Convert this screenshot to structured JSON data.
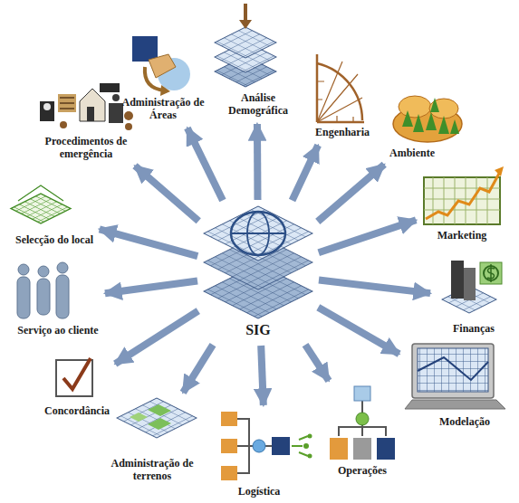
{
  "diagram": {
    "nodes": [
      {
        "text": [
          "SIG"
        ]
      },
      {
        "text": [
          "Análise Demográfica"
        ]
      },
      {
        "text": [
          "Engenharia"
        ]
      },
      {
        "text": [
          "Ambiente"
        ]
      },
      {
        "text": [
          "Marketing"
        ]
      },
      {
        "text": [
          "Finanças"
        ]
      },
      {
        "text": [
          "Modelação"
        ]
      },
      {
        "text": [
          "Operações"
        ]
      },
      {
        "text": [
          "Logística"
        ]
      },
      {
        "text": [
          "Administração de terrenos"
        ]
      },
      {
        "text": [
          "Concordância"
        ]
      },
      {
        "text": [
          "Serviço ao cliente"
        ]
      },
      {
        "text": [
          "Selecção do local"
        ]
      },
      {
        "text": [
          "Procedimentos de emergência"
        ]
      },
      {
        "text": [
          "Administração de Áreas"
        ]
      }
    ],
    "edges": [
      {
        "from": 0,
        "to": 1,
        "arrow": "to"
      },
      {
        "from": 0,
        "to": 2,
        "arrow": "to"
      },
      {
        "from": 0,
        "to": 3,
        "arrow": "to"
      },
      {
        "from": 0,
        "to": 4,
        "arrow": "to"
      },
      {
        "from": 0,
        "to": 5,
        "arrow": "to"
      },
      {
        "from": 0,
        "to": 6,
        "arrow": "to"
      },
      {
        "from": 0,
        "to": 7,
        "arrow": "to"
      },
      {
        "from": 0,
        "to": 8,
        "arrow": "to"
      },
      {
        "from": 0,
        "to": 9,
        "arrow": "to"
      },
      {
        "from": 0,
        "to": 10,
        "arrow": "to"
      },
      {
        "from": 0,
        "to": 11,
        "arrow": "to"
      },
      {
        "from": 0,
        "to": 12,
        "arrow": "to"
      },
      {
        "from": 0,
        "to": 13,
        "arrow": "to"
      },
      {
        "from": 0,
        "to": 14,
        "arrow": "to"
      }
    ]
  }
}
